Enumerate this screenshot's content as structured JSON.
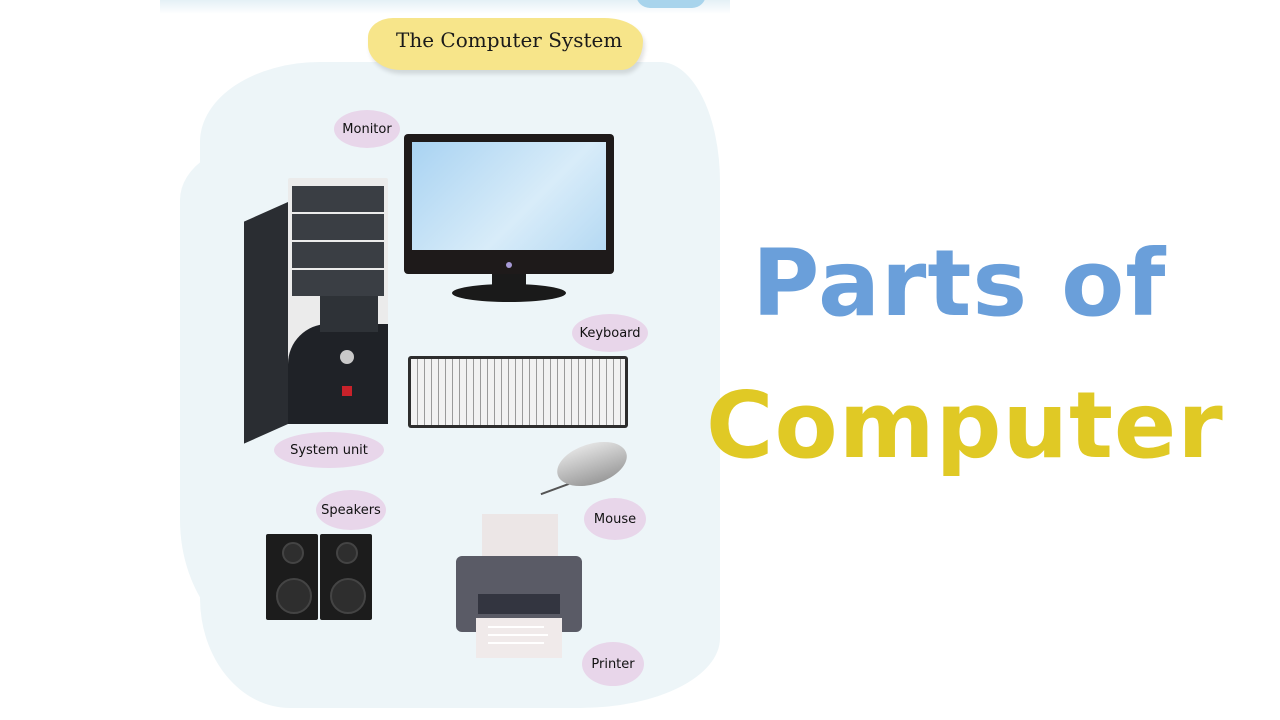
{
  "diagram": {
    "banner_title": "The Computer System",
    "parts": [
      {
        "label": "Monitor"
      },
      {
        "label": "Keyboard"
      },
      {
        "label": "System unit"
      },
      {
        "label": "Speakers"
      },
      {
        "label": "Mouse"
      },
      {
        "label": "Printer"
      }
    ]
  },
  "headline": {
    "line1": "Parts of",
    "line2": "Computer",
    "line1_color": "#6a9fda",
    "line2_color": "#e0c925"
  },
  "colors": {
    "bubble": "#e8d6ea",
    "banner": "#f7e58a",
    "blob": "#edf5f8"
  }
}
